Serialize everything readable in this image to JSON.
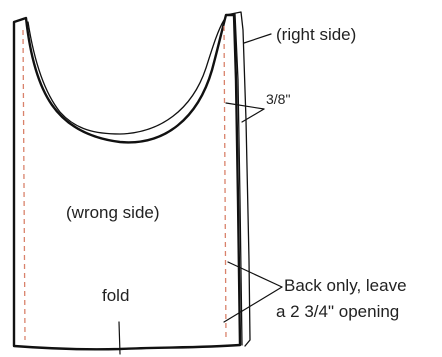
{
  "labels": {
    "right_side": "(right side)",
    "seam_allowance": "3/8\"",
    "wrong_side": "(wrong side)",
    "back_only_line1": "Back only, leave",
    "back_only_line2": "a 2 3/4\" opening",
    "fold": "fold"
  },
  "colors": {
    "outline": "#111111",
    "seam_line": "#d9826b",
    "text": "#222222"
  }
}
